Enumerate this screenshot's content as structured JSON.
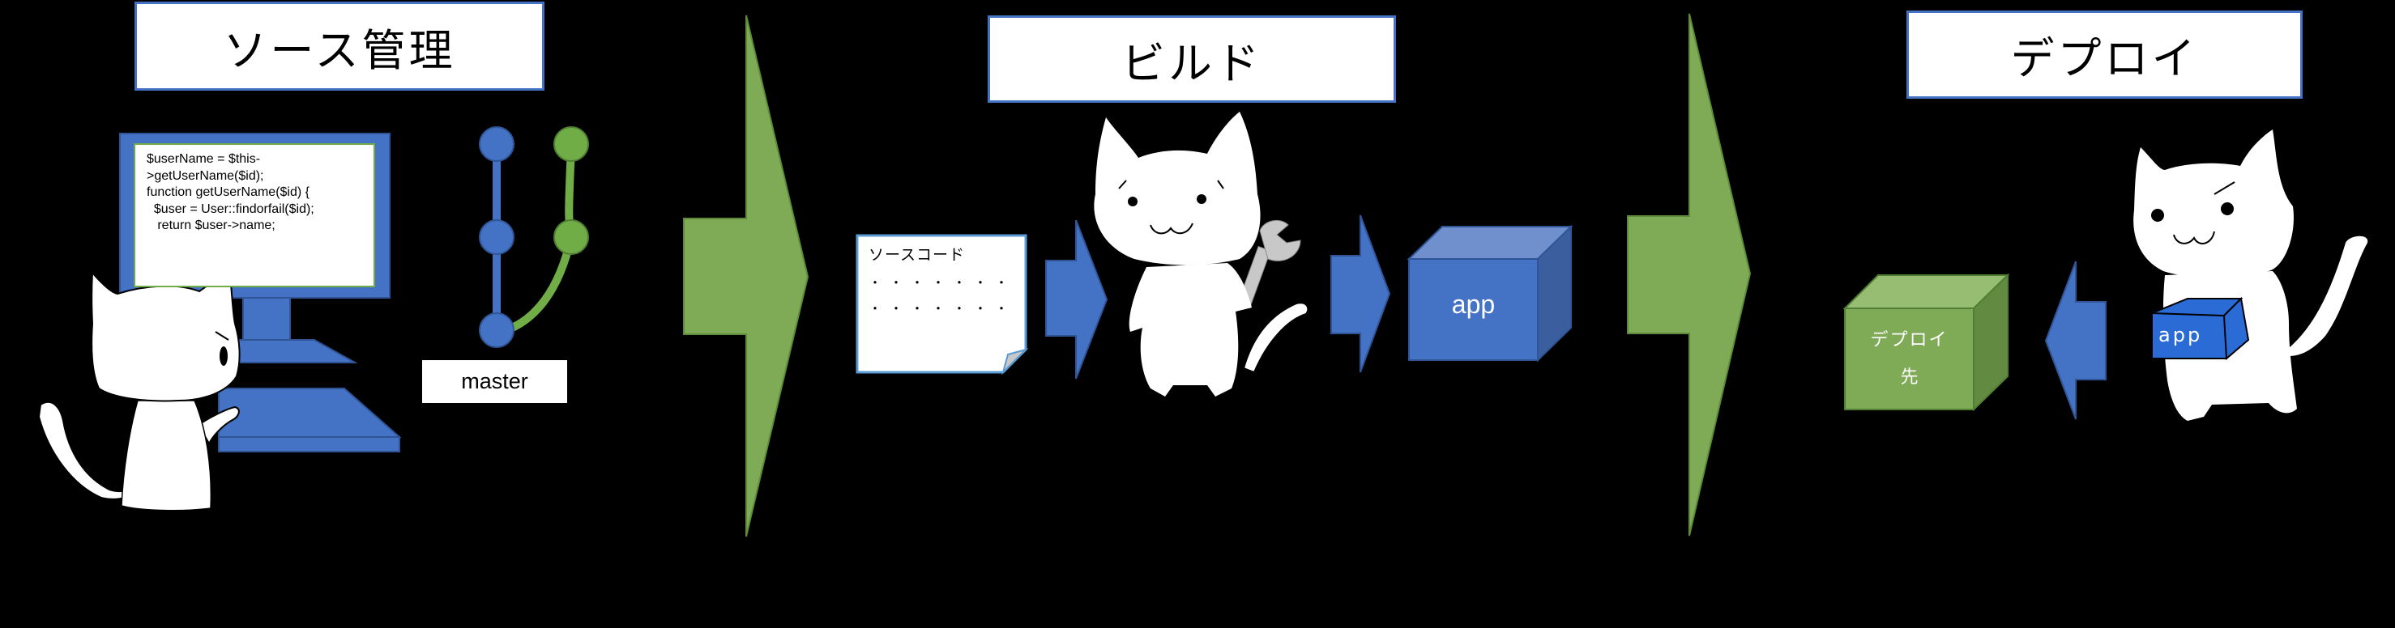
{
  "stages": {
    "source_control": {
      "title": "ソース管理",
      "code_lines": [
        "$userName = $this-",
        ">getUserName($id);",
        "",
        "function getUserName($id) {",
        "  $user = User::findorfail($id);",
        "   return $user->name;"
      ],
      "branch_label": "master"
    },
    "build": {
      "title": "ビルド",
      "document_title": "ソースコード",
      "document_dots_1": "・・・・・・・",
      "document_dots_2": "・・・・・・・",
      "artifact_label": "app"
    },
    "deploy": {
      "title": "デプロイ",
      "target_label_line1": "デプロイ",
      "target_label_line2": "先",
      "carried_box_label": "app"
    }
  },
  "colors": {
    "background": "#000000",
    "blue": "#4472c4",
    "blue_dark": "#2f5597",
    "green": "#7faa56",
    "green_border": "#5e8a3a",
    "box_blue_bright": "#2a6bd6",
    "title_border": "#4472c4"
  }
}
